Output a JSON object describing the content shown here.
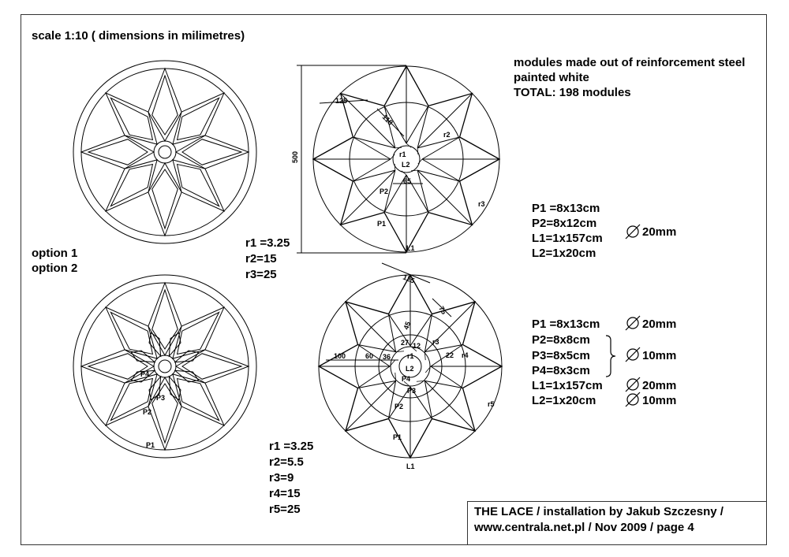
{
  "scale_note": "scale 1:10 ( dimensions in milimetres)",
  "modules_note": [
    "modules made out of reinforcement steel",
    "painted white",
    "TOTAL: 198 modules"
  ],
  "options": [
    "option 1",
    "option 2"
  ],
  "option1": {
    "radii": [
      "r1 =3.25",
      "r2=15",
      "r3=25"
    ],
    "parts": [
      "P1 =8x13cm",
      "P2=8x12cm",
      "L1=1x157cm",
      "L2=1x20cm"
    ],
    "diameter": "20mm",
    "labels": {
      "P1": "P1",
      "P2": "P2",
      "L1": "L1",
      "L2": "L2",
      "r1": "r1",
      "r2": "r2",
      "r3": "r3"
    },
    "dims": {
      "d500": "500",
      "d125": "125",
      "d118": "118",
      "d65": "65"
    }
  },
  "option2": {
    "radii": [
      "r1 =3.25",
      "r2=5.5",
      "r3=9",
      "r4=15",
      "r5=25"
    ],
    "parts": [
      "P1 =8x13cm",
      "P2=8x8cm",
      "P3=8x5cm",
      "P4=8x3cm",
      "L1=1x157cm",
      "L2=1x20cm"
    ],
    "diameters": [
      "20mm",
      "10mm",
      "20mm",
      "10mm"
    ],
    "labels": {
      "P1": "P1",
      "P2": "P2",
      "P3": "P3",
      "P4": "P4",
      "L1": "L1",
      "L2": "L2",
      "r1": "r1",
      "r3": "r3",
      "r4": "r4",
      "r5": "r5"
    },
    "dims": {
      "d125": "125",
      "d75": "75",
      "d45": "45",
      "d27": "27",
      "d12": "12",
      "d100": "100",
      "d60": "60",
      "d36": "36",
      "d22": "22"
    }
  },
  "title_block": [
    "THE LACE / installation by Jakub Szczesny /",
    "www.centrala.net.pl / Nov 2009 / page 4"
  ]
}
